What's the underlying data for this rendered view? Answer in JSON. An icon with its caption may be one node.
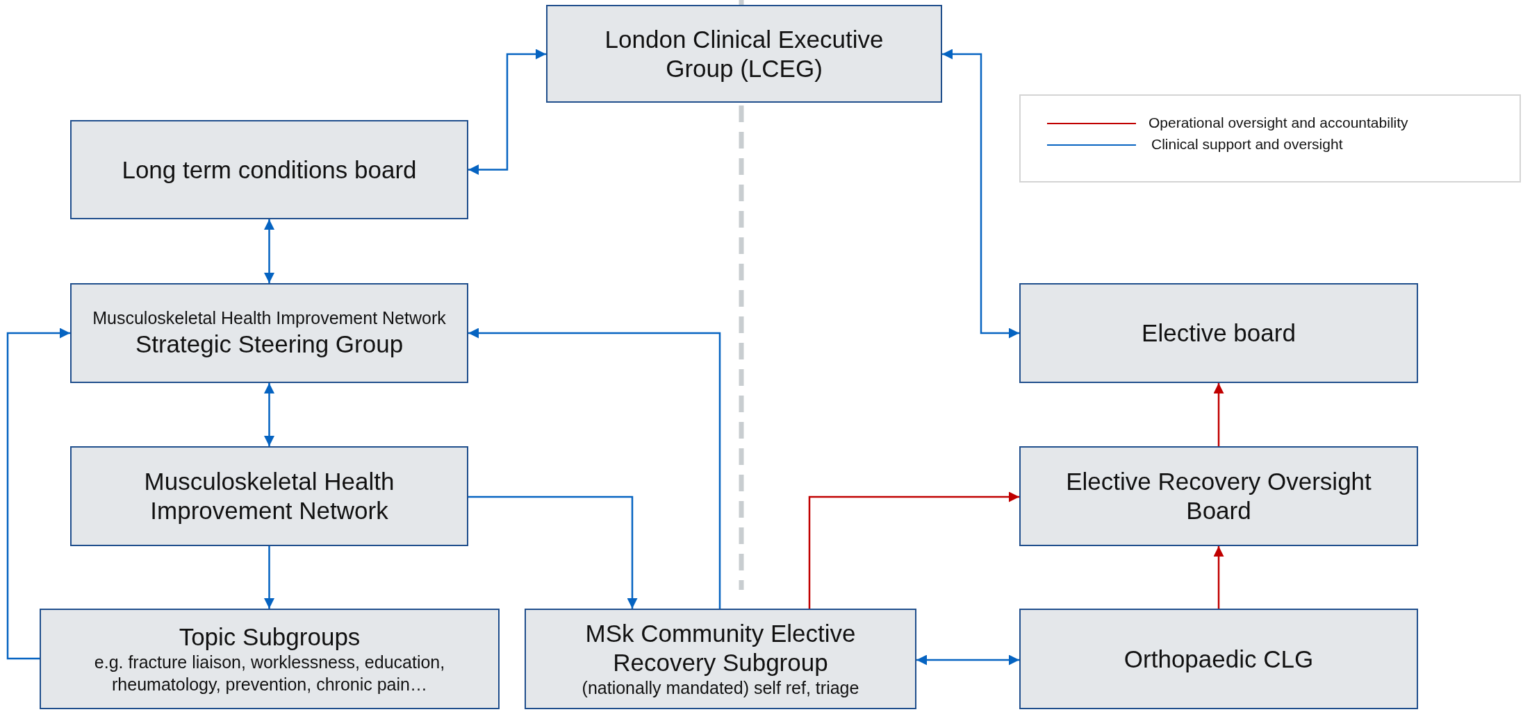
{
  "diagram": {
    "nodes": [
      {
        "text": [
          "London Clinical Executive Group (LCEG)"
        ]
      },
      {
        "text": [
          "Long term conditions board"
        ]
      },
      {
        "text": [
          "Musculoskeletal Health Improvement Network",
          "Strategic Steering Group"
        ]
      },
      {
        "text": [
          "Musculoskeletal Health Improvement Network"
        ]
      },
      {
        "text": [
          "Topic Subgroups",
          "e.g. fracture liaison, worklessness, education, rheumatology, prevention, chronic pain…"
        ]
      },
      {
        "text": [
          "MSk Community Elective Recovery Subgroup",
          "(nationally mandated) self ref, triage"
        ]
      },
      {
        "text": [
          "Elective board"
        ]
      },
      {
        "text": [
          "Elective Recovery Oversight Board"
        ]
      },
      {
        "text": [
          "Orthopaedic  CLG"
        ]
      }
    ],
    "edges": [
      {
        "from": 1,
        "to": 0,
        "arrow": "both"
      },
      {
        "from": 0,
        "to": 6,
        "arrow": "both"
      },
      {
        "from": 1,
        "to": 2,
        "arrow": "both"
      },
      {
        "from": 2,
        "to": 3,
        "arrow": "both"
      },
      {
        "from": 3,
        "to": 4,
        "arrow": "to"
      },
      {
        "from": 3,
        "to": 5,
        "arrow": "to"
      },
      {
        "from": 4,
        "to": 2,
        "arrow": "to"
      },
      {
        "from": 5,
        "to": 2,
        "arrow": "to"
      },
      {
        "from": 5,
        "to": 7,
        "arrow": "to",
        "color": "#c00000"
      },
      {
        "from": 5,
        "to": 8,
        "arrow": "both"
      },
      {
        "from": 8,
        "to": 7,
        "arrow": "to",
        "color": "#c00000"
      },
      {
        "from": 7,
        "to": 6,
        "arrow": "to",
        "color": "#c00000"
      }
    ],
    "legend": [
      {
        "text": "Operational oversight and accountability",
        "color": "#c00000"
      },
      {
        "text": "Clinical support and oversight",
        "color": "#0563c1"
      }
    ]
  }
}
